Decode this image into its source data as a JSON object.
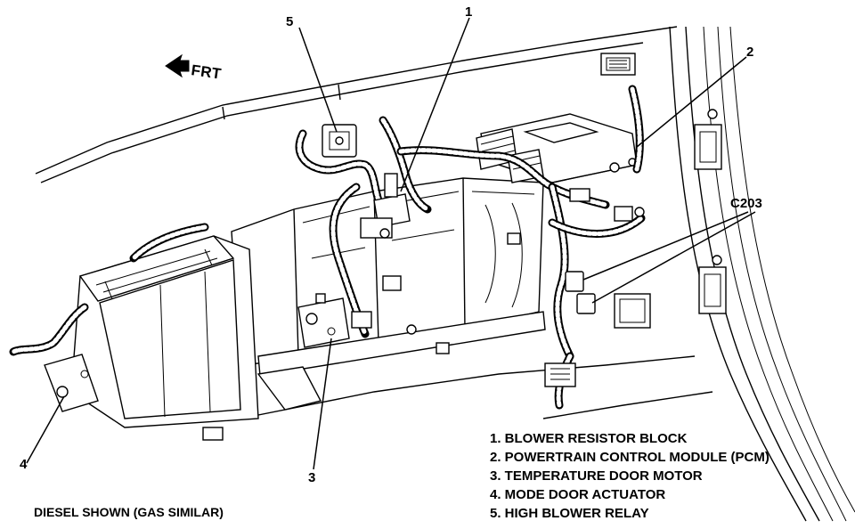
{
  "orientation": {
    "label": "FRT",
    "icon": "front-arrow-icon"
  },
  "callouts": {
    "c1": "1",
    "c2": "2",
    "c3": "3",
    "c4": "4",
    "c5": "5",
    "c203": "C203"
  },
  "legend": {
    "items": [
      "1.  BLOWER RESISTOR BLOCK",
      "2.  POWERTRAIN CONTROL MODULE (PCM)",
      "3.  TEMPERATURE DOOR MOTOR",
      "4.  MODE DOOR ACTUATOR",
      "5.  HIGH BLOWER RELAY"
    ]
  },
  "footer": {
    "note": "DIESEL SHOWN (GAS SIMILAR)"
  }
}
